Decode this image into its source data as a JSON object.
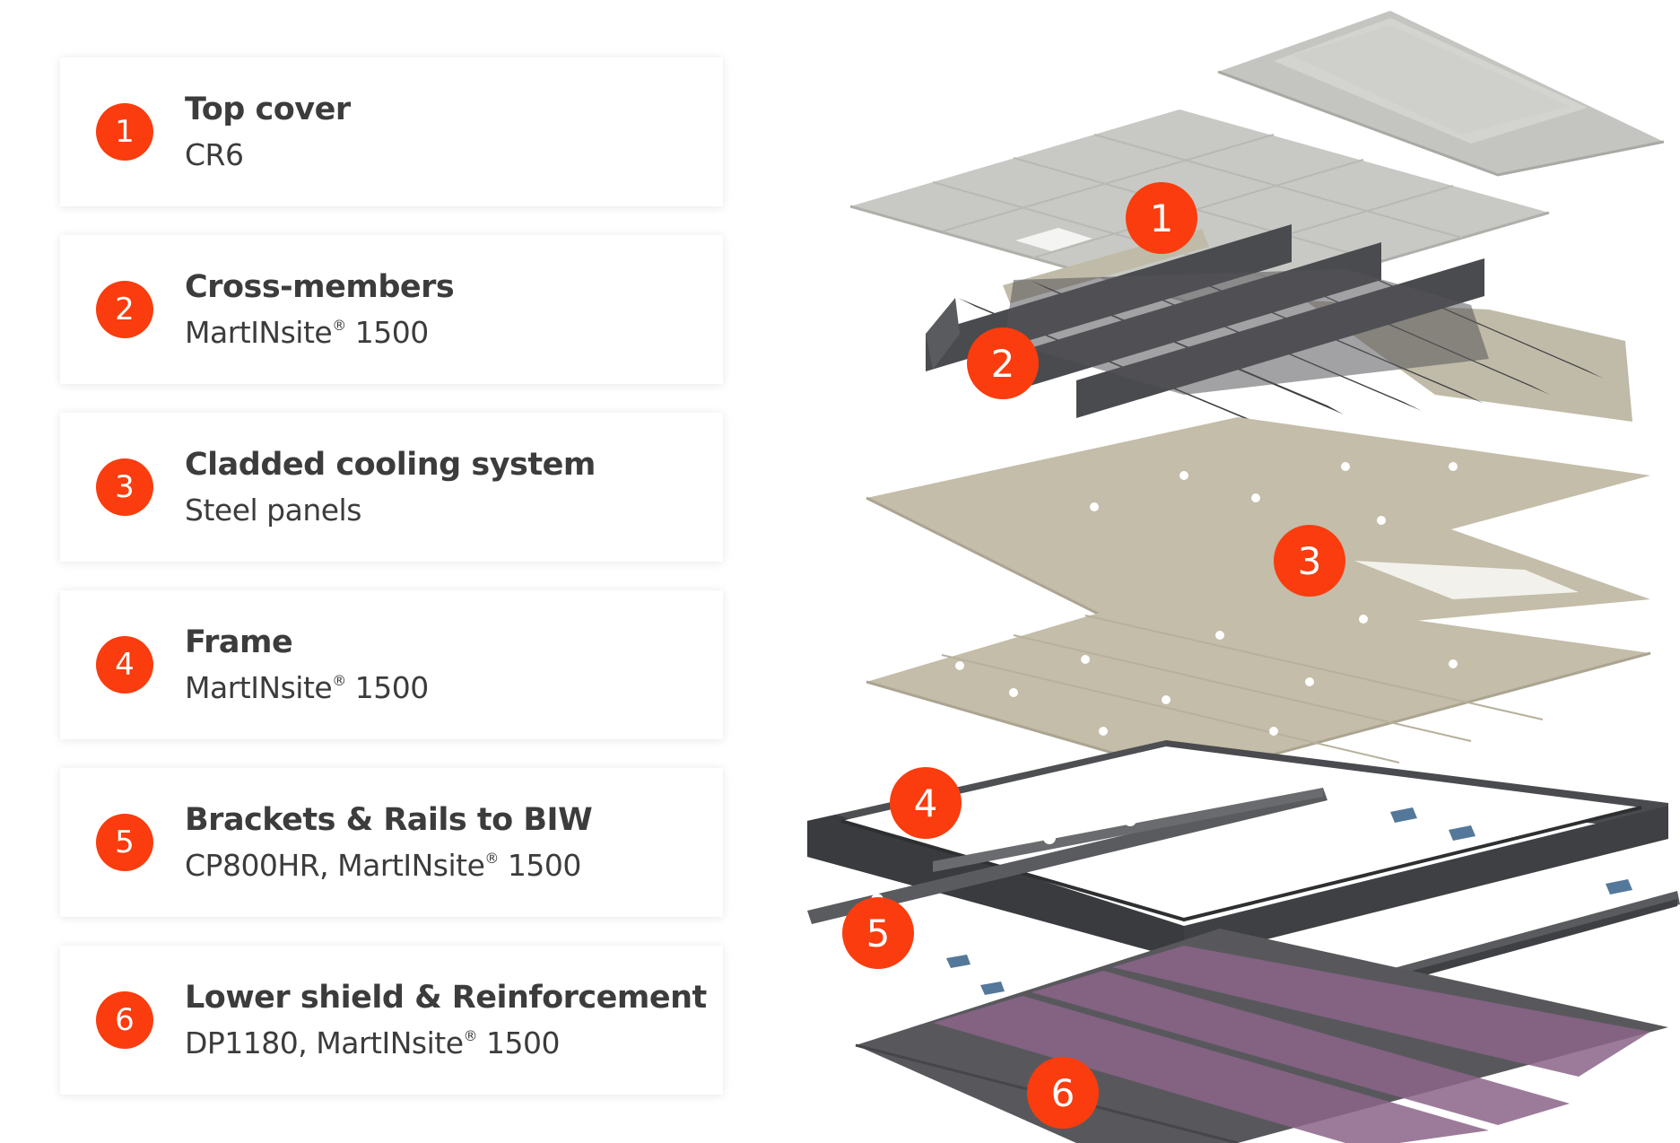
{
  "legend": {
    "items": [
      {
        "number": "1",
        "title": "Top cover",
        "subtitle": "CR6"
      },
      {
        "number": "2",
        "title": "Cross-members",
        "subtitle": "MartINsite® 1500"
      },
      {
        "number": "3",
        "title": "Cladded cooling system",
        "subtitle": "Steel panels"
      },
      {
        "number": "4",
        "title": "Frame",
        "subtitle": "MartINsite® 1500"
      },
      {
        "number": "5",
        "title": "Brackets & Rails to BIW",
        "subtitle": "CP800HR,  MartINsite® 1500"
      },
      {
        "number": "6",
        "title": "Lower shield & Reinforcement",
        "subtitle": "DP1180,  MartINsite® 1500"
      }
    ]
  },
  "diagram": {
    "callouts": [
      "1",
      "2",
      "3",
      "4",
      "5",
      "6"
    ]
  },
  "colors": {
    "accent": "#fa3c0e",
    "text": "#3c3c3c",
    "top_cover": "#c8c9c4",
    "cross_members": "#4d4e50",
    "cooling_panels": "#c3bda9",
    "frame": "#404144",
    "lower_shield": "#58585c",
    "reinforcement": "#9a6a98"
  }
}
